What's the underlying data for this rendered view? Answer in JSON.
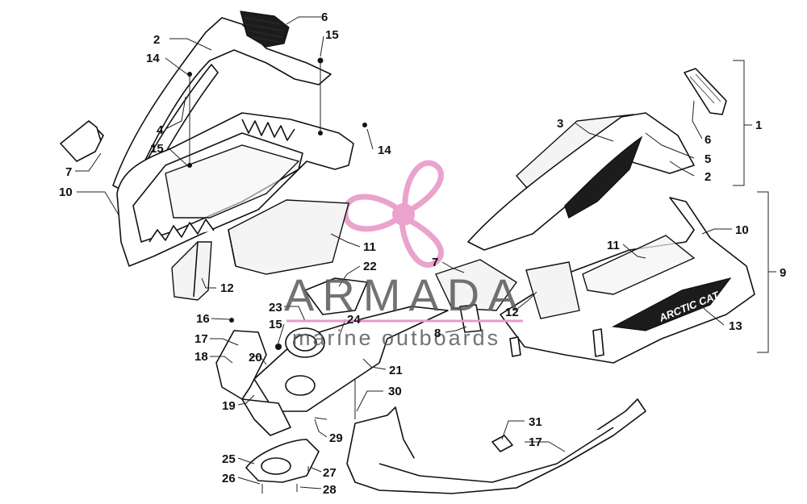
{
  "watermark": {
    "brand": "ARMADA",
    "tagline": "marine outboards",
    "accent_color": "#e89ac8"
  },
  "decal_text": "ARCTIC CAT",
  "callouts": [
    {
      "id": "c-6-top",
      "label": "6"
    },
    {
      "id": "c-2-top",
      "label": "2"
    },
    {
      "id": "c-15-top",
      "label": "15"
    },
    {
      "id": "c-14-top",
      "label": "14"
    },
    {
      "id": "c-4",
      "label": "4"
    },
    {
      "id": "c-15-mid",
      "label": "15"
    },
    {
      "id": "c-14-right",
      "label": "14"
    },
    {
      "id": "c-7-left",
      "label": "7"
    },
    {
      "id": "c-10-left",
      "label": "10"
    },
    {
      "id": "c-11-left",
      "label": "11"
    },
    {
      "id": "c-12-left",
      "label": "12"
    },
    {
      "id": "c-22",
      "label": "22"
    },
    {
      "id": "c-23",
      "label": "23"
    },
    {
      "id": "c-15-low",
      "label": "15"
    },
    {
      "id": "c-24",
      "label": "24"
    },
    {
      "id": "c-16",
      "label": "16"
    },
    {
      "id": "c-17-left",
      "label": "17"
    },
    {
      "id": "c-18",
      "label": "18"
    },
    {
      "id": "c-20",
      "label": "20"
    },
    {
      "id": "c-21",
      "label": "21"
    },
    {
      "id": "c-19",
      "label": "19"
    },
    {
      "id": "c-30",
      "label": "30"
    },
    {
      "id": "c-29",
      "label": "29"
    },
    {
      "id": "c-25",
      "label": "25"
    },
    {
      "id": "c-26",
      "label": "26"
    },
    {
      "id": "c-27",
      "label": "27"
    },
    {
      "id": "c-28",
      "label": "28"
    },
    {
      "id": "c-31",
      "label": "31"
    },
    {
      "id": "c-17-right",
      "label": "17"
    },
    {
      "id": "c-3",
      "label": "3"
    },
    {
      "id": "c-6-right",
      "label": "6"
    },
    {
      "id": "c-1",
      "label": "1"
    },
    {
      "id": "c-5",
      "label": "5"
    },
    {
      "id": "c-2-right",
      "label": "2"
    },
    {
      "id": "c-10-right",
      "label": "10"
    },
    {
      "id": "c-9",
      "label": "9"
    },
    {
      "id": "c-11-right",
      "label": "11"
    },
    {
      "id": "c-7-mid",
      "label": "7"
    },
    {
      "id": "c-12-mid",
      "label": "12"
    },
    {
      "id": "c-8",
      "label": "8"
    },
    {
      "id": "c-13",
      "label": "13"
    }
  ]
}
